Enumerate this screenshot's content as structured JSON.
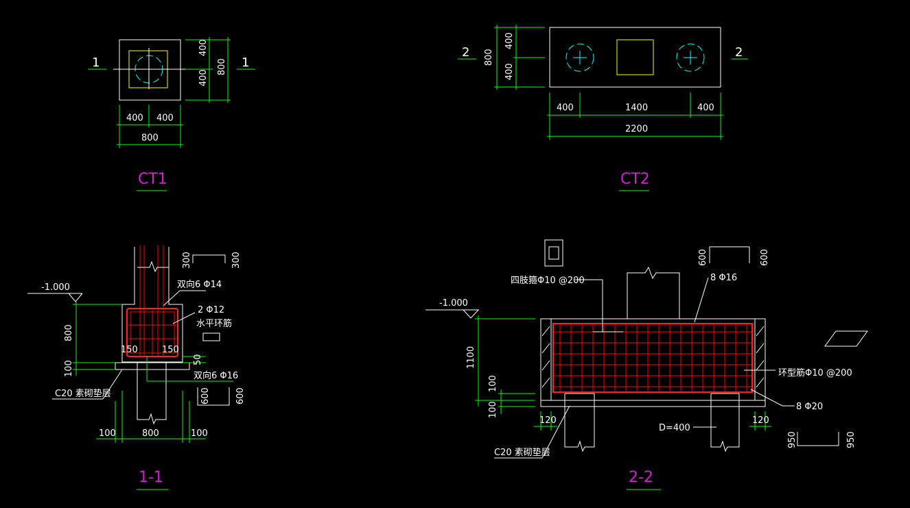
{
  "drawings": {
    "ct1_plan": {
      "title": "CT1",
      "section_mark": "1",
      "dims_right": [
        "400",
        "400",
        "800"
      ],
      "dims_bottom": [
        "400",
        "400",
        "800"
      ]
    },
    "ct2_plan": {
      "title": "CT2",
      "section_mark": "2",
      "dims_left": [
        "400",
        "400",
        "800"
      ],
      "dims_bottom": [
        "400",
        "1400",
        "400",
        "2200"
      ]
    },
    "section_1_1": {
      "title": "1-1",
      "elevation": "-1.000",
      "dim_height": "800",
      "dim_pad": "100",
      "dim_small": "50",
      "dim_cover_l": "150",
      "dim_cover_r": "150",
      "bar_top": "双向6 Φ14",
      "bar_mid": "2 Φ12",
      "bar_ring": "水平环筋",
      "bar_bottom": "双向6 Φ16",
      "pad_label": "C20 素砌垫层",
      "dims_bottom": [
        "100",
        "800",
        "100"
      ],
      "detail_top": [
        "300",
        "300"
      ],
      "detail_bottom": [
        "600",
        "600"
      ]
    },
    "section_2_2": {
      "title": "2-2",
      "elevation": "-1.000",
      "dim_height": "1100",
      "dim_a": "100",
      "dim_b": "100",
      "dim_left_cover": "120",
      "dim_right_cover": "120",
      "stirrup": "四肢箍Φ10 @200",
      "top_bars": "8 Φ16",
      "ring_bars": "环型筋Φ10 @200",
      "bottom_bars": "8 Φ20",
      "pile_dia": "D=400",
      "pad_label": "C20 素砌垫层",
      "detail_top": [
        "600",
        "600"
      ],
      "detail_bottom": [
        "950",
        "950"
      ]
    }
  },
  "colors": {
    "background": "#000000",
    "outline": "#ffffff",
    "dimension": "#00ff00",
    "pile": "#00ffff",
    "column": "#ffff00",
    "rebar": "#ff0000",
    "title": "#d21fd2"
  }
}
